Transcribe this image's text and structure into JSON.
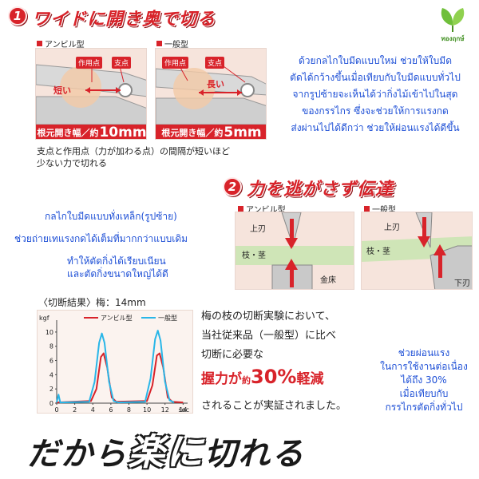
{
  "logo": {
    "text": "ทองฤกษ์"
  },
  "section1": {
    "number": "1",
    "heading": "ワイドに開き奥で切る",
    "anvil": {
      "label": "アンビル型",
      "action_point": "作用点",
      "fulcrum": "支点",
      "distance_label": "短い",
      "width_prefix": "根元開き幅／約",
      "width_value": "10mm"
    },
    "general": {
      "label": "一般型",
      "action_point": "作用点",
      "fulcrum": "支点",
      "distance_label": "長い",
      "width_prefix": "根元開き幅／約",
      "width_value": "5mm"
    },
    "caption_lines": [
      "支点と作用点（力が加わる点）の間隔が短いほど",
      "少ない力で切れる"
    ]
  },
  "thai_block1": [
    "ด้วยกลไกใบมีดแบบใหม่ ช่วยให้ใบมีด",
    "ตัดได้กว้างขึ้นเมื่อเทียบกับใบมีดแบบทั่วไป",
    "จากรูปซ้ายจะเห็นได้ว่ากิ่งไม้เข้าไปในสุด",
    "ของกรรไกร ซึ่งจะช่วยให้การแรงกด",
    "ส่งผ่านไปได้ดีกว่า ช่วยให้ผ่อนแรงได้ดีขึ้น"
  ],
  "section2": {
    "number": "2",
    "heading": "力を逃がさず伝達",
    "anvil": {
      "label": "アンビル型",
      "upper_blade": "上刃",
      "branch": "枝・茎",
      "anvil_bed": "金床"
    },
    "general": {
      "label": "一般型",
      "upper_blade": "上刃",
      "branch": "枝・茎",
      "lower_blade": "下刃"
    }
  },
  "thai_block2": {
    "line1": "กลไกใบมีดแบบทั่งเหล็ก(รูปซ้าย)",
    "line2": "ช่วยถ่ายเทแรงกดได้เต็มที่มากกว่าแบบเดิม",
    "line3": "ทำให้ตัดกิ่งได้เรียบเนียน",
    "line4": "และตัดกิ่งขนาดใหญ่ได้ดี"
  },
  "results": {
    "title": "〈切断結果〉梅：14mm",
    "text_lines": [
      "梅の枝の切断実験において、",
      "当社従来品（一般型）に比べ",
      "切断に必要な"
    ],
    "emphasis_prefix": "握力が",
    "emphasis_approx": "約",
    "emphasis_value": "30%",
    "emphasis_suffix": "軽減",
    "text_end": "されることが実証されました。"
  },
  "thai_block3": [
    "ช่วยผ่อนแรง",
    "ในการใช้งานต่อเนื่อง",
    "ได้ถึง 30%",
    "เมื่อเทียบกับ",
    "กรรไกรตัดกิ่งทั่วไป"
  ],
  "slogan": {
    "part1": "だから",
    "highlight": "楽に",
    "part2": "切れる"
  },
  "chart_data": {
    "type": "line",
    "ylabel": "kgf",
    "xlabel": "sec",
    "x_ticks": [
      0,
      2,
      4,
      6,
      8,
      10,
      12,
      14
    ],
    "y_ticks": [
      0,
      2,
      4,
      6,
      8,
      10
    ],
    "xlim": [
      0,
      14.5
    ],
    "ylim": [
      0,
      11
    ],
    "series": [
      {
        "name": "アンビル型",
        "color": "#d8232a",
        "points": [
          [
            0,
            0.1
          ],
          [
            3.8,
            0.3
          ],
          [
            4.4,
            2
          ],
          [
            4.9,
            6.5
          ],
          [
            5.2,
            7
          ],
          [
            5.6,
            5
          ],
          [
            6.1,
            0.8
          ],
          [
            6.6,
            0.2
          ],
          [
            10,
            0.3
          ],
          [
            10.6,
            2.5
          ],
          [
            11.1,
            6.7
          ],
          [
            11.4,
            7
          ],
          [
            11.8,
            5
          ],
          [
            12.3,
            0.8
          ],
          [
            12.8,
            0.2
          ],
          [
            14,
            0.1
          ]
        ]
      },
      {
        "name": "一般型",
        "color": "#29b6e8",
        "points": [
          [
            0,
            0.1
          ],
          [
            0.2,
            1.2
          ],
          [
            0.4,
            0.1
          ],
          [
            3.6,
            0.2
          ],
          [
            4.2,
            3
          ],
          [
            4.7,
            8.5
          ],
          [
            5.0,
            9.8
          ],
          [
            5.3,
            8.5
          ],
          [
            5.8,
            3
          ],
          [
            6.3,
            0.3
          ],
          [
            6.8,
            0.1
          ],
          [
            9.8,
            0.2
          ],
          [
            10.4,
            3.5
          ],
          [
            10.9,
            9
          ],
          [
            11.2,
            10.2
          ],
          [
            11.5,
            8.8
          ],
          [
            12,
            3
          ],
          [
            12.5,
            0.4
          ],
          [
            13,
            0.1
          ]
        ]
      }
    ]
  },
  "colors": {
    "accent": "#d8232a",
    "thai_text": "#1d4fd6",
    "series_general": "#29b6e8"
  }
}
